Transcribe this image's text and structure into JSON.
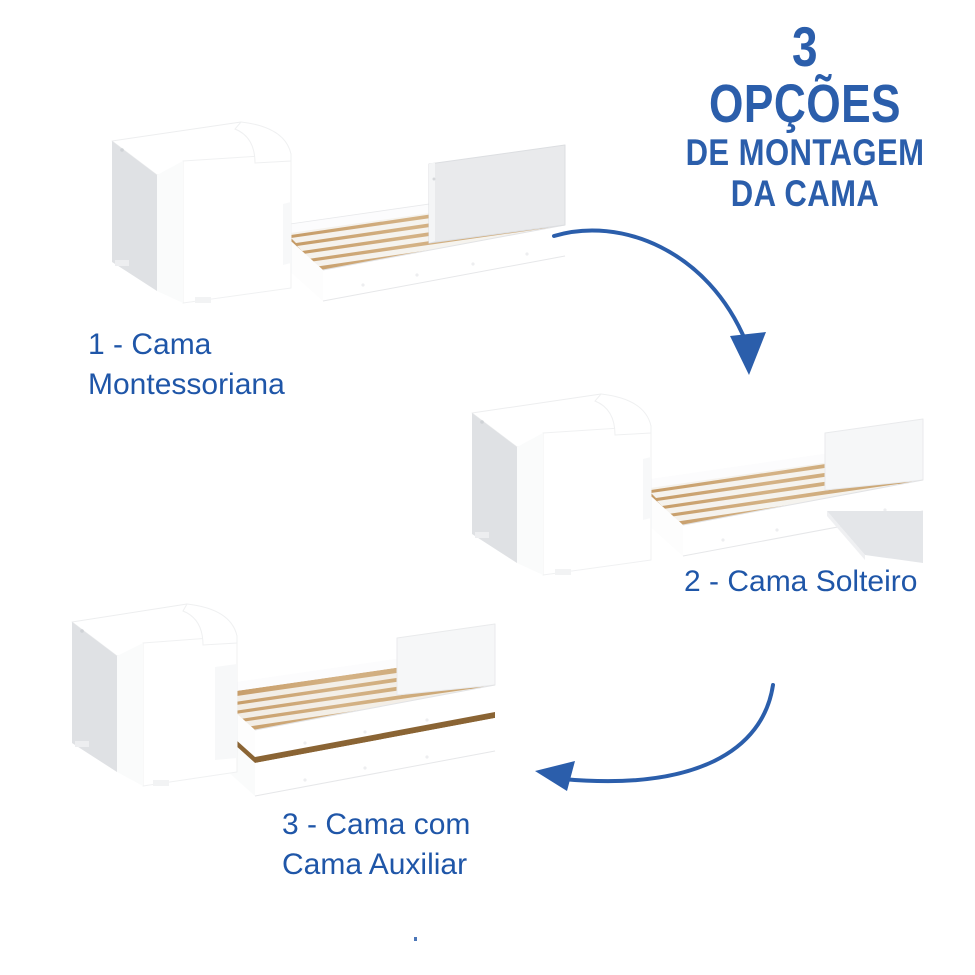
{
  "page": {
    "background_color": "#FFFFFF",
    "brand_blue": "#2B5EAB",
    "caption_blue": "#1F56A8"
  },
  "heading": {
    "line1": "3",
    "line2": "OPÇÕES",
    "line3": "DE MONTAGEM",
    "line4": "DA CAMA"
  },
  "options": [
    {
      "id": "bed-1",
      "caption": "1 - Cama\nMontessoriana",
      "type": "montessori-bed",
      "has_footboard": true,
      "has_trundle": false,
      "slat_count": 6
    },
    {
      "id": "bed-2",
      "caption": "2 - Cama Solteiro",
      "type": "single-bed",
      "has_footboard": false,
      "has_trundle": false,
      "slat_count": 6
    },
    {
      "id": "bed-3",
      "caption": "3 - Cama com\nCama Auxiliar",
      "type": "bed-with-trundle",
      "has_footboard": false,
      "has_trundle": true,
      "slat_count": 6
    }
  ],
  "arrows": [
    {
      "id": "arrow-1",
      "direction": "down-right",
      "color": "#2B5EAB"
    },
    {
      "id": "arrow-2",
      "direction": "down-left",
      "color": "#2B5EAB"
    }
  ],
  "materials": {
    "panel_white": "#FFFFFF",
    "panel_light_gray": "#E9EAEC",
    "panel_shadow_gray": "#D9DBDE",
    "wood_light": "#D2AE7E",
    "wood_mid": "#C09A63",
    "wood_dark": "#8A6434",
    "slat_white": "#F6F5F2"
  }
}
